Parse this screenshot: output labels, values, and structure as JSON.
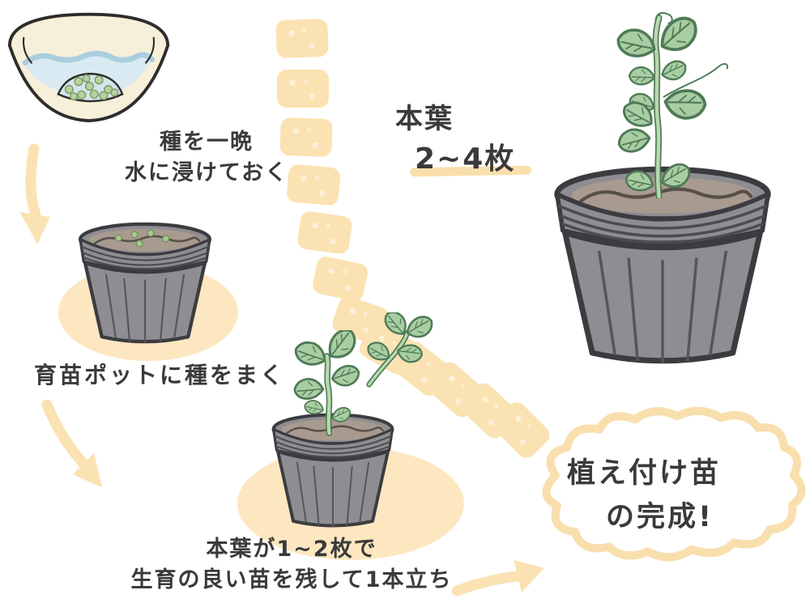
{
  "illustration_type": "gardening-seedling-steps-diagram",
  "steps": [
    {
      "name": "soak-seeds-overnight",
      "illustration": "bowl-with-seeds-soaking-in-water",
      "caption_lines": [
        "種を一晩",
        "水に浸けておく"
      ]
    },
    {
      "name": "sow-seeds-in-nursery-pot",
      "illustration": "gray-nursery-pot-with-seeds-on-soil",
      "caption_lines": [
        "育苗ポットに種をまく"
      ]
    },
    {
      "name": "thin-to-one-seedling",
      "illustration": "nursery-pot-with-seedling-and-removed-seedling",
      "caption_lines": [
        "本葉が1~2枚で",
        "生育の良い苗を残して1本立ち"
      ]
    }
  ],
  "annotations": {
    "true_leaf_count": {
      "lines": [
        "本葉",
        "2~4枚"
      ]
    },
    "completion_bubble": {
      "lines": [
        "植え付け苗",
        "の完成!"
      ]
    }
  },
  "icons": {
    "arrow_down": "hand-drawn peach arrow pointing down",
    "arrow_diagonal": "hand-drawn peach arrow pointing down-right",
    "arrow_right": "hand-drawn peach arrow pointing right",
    "dashed_path": "trail of rounded peach squares from first pot step to completion bubble"
  },
  "colors": {
    "peach": "#fbe2b2",
    "peach_light": "#fde7c0",
    "ink": "#3a3a3a",
    "pot_gray": "#8e8e92",
    "pot_outline": "#3c3c40",
    "soil_brown": "#a89a8f",
    "leaf_green": "#a9cda3",
    "leaf_outline": "#4e7a55",
    "water_blue": "#d9eaf2",
    "seed_green": "#b9d09c",
    "bowl_cream": "#f6efd9"
  }
}
